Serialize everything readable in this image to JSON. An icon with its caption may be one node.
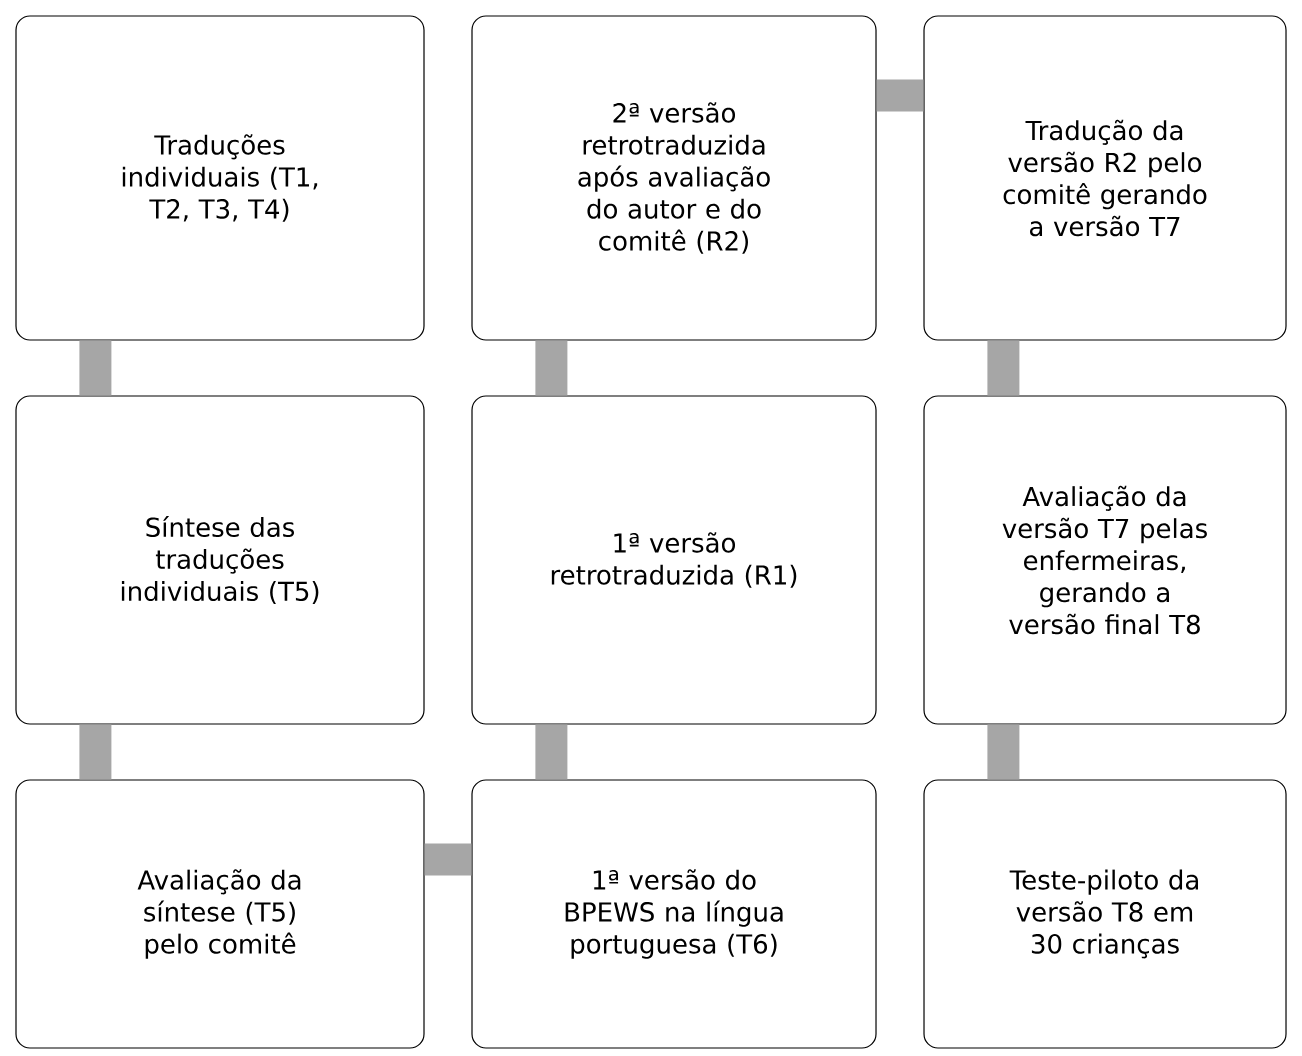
{
  "diagram": {
    "nodes": [
      {
        "text": [
          "Traduções individuais (T1, T2, T3, T4)"
        ]
      },
      {
        "text": [
          "2ª versão retrotraduzida após avaliação do autor e do comitê (R2)"
        ]
      },
      {
        "text": [
          "Tradução da versão R2 pelo comitê gerando a versão T7"
        ]
      },
      {
        "text": [
          "Síntese das traduções individuais (T5)"
        ]
      },
      {
        "text": [
          "1ª versão retrotraduzida (R1)"
        ]
      },
      {
        "text": [
          "Avaliação da versão T7 pelas enfermeiras, gerando a versão final T8"
        ]
      },
      {
        "text": [
          "Avaliação da síntese (T5) pelo comitê"
        ]
      },
      {
        "text": [
          "1ª versão do BPEWS na língua portuguesa (T6)"
        ]
      },
      {
        "text": [
          "Teste-piloto da versão T8 em 30 crianças"
        ]
      }
    ],
    "edges": [
      {
        "from": 0,
        "to": 3,
        "arrow": "none"
      },
      {
        "from": 3,
        "to": 6,
        "arrow": "none"
      },
      {
        "from": 6,
        "to": 7,
        "arrow": "none"
      },
      {
        "from": 7,
        "to": 4,
        "arrow": "none"
      },
      {
        "from": 4,
        "to": 1,
        "arrow": "none"
      },
      {
        "from": 1,
        "to": 2,
        "arrow": "none"
      },
      {
        "from": 2,
        "to": 5,
        "arrow": "none"
      },
      {
        "from": 5,
        "to": 8,
        "arrow": "none"
      }
    ]
  }
}
